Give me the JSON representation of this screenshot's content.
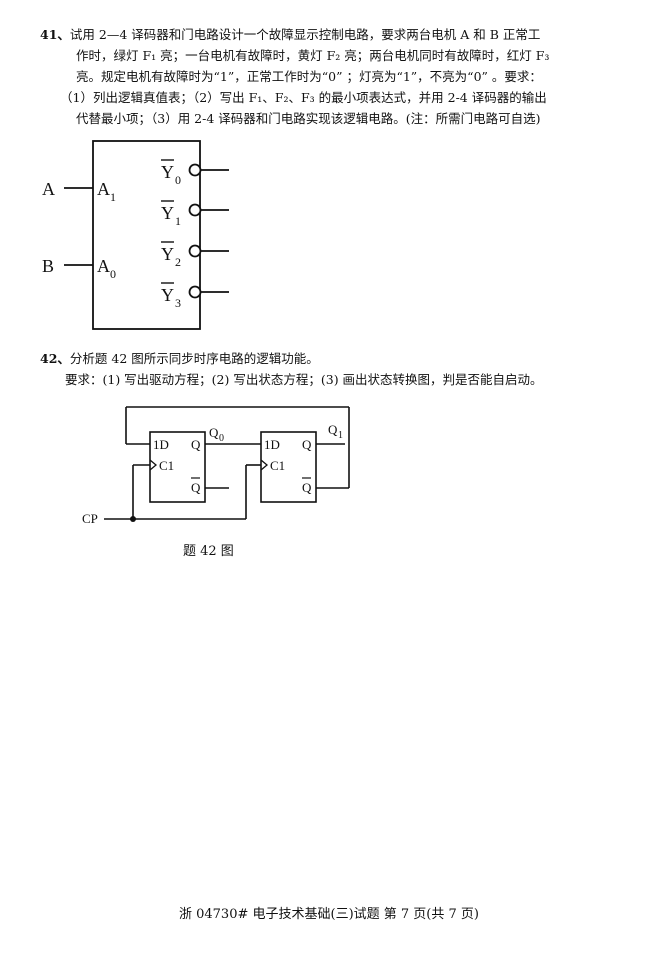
{
  "q41": {
    "number": "41、",
    "line1": "试用 2—4 译码器和门电路设计一个故障显示控制电路，要求两台电机 A 和 B 正常工",
    "line2": "作时，绿灯 F₁ 亮；一台电机有故障时，黄灯 F₂ 亮；两台电机同时有故障时，红灯 F₃",
    "line3": "亮。规定电机有故障时为“1”，正常工作时为“0” ；灯亮为“1”，不亮为“0” 。要求：",
    "line4": "（1）列出逻辑真值表；（2）写出 F₁、F₂、F₃ 的最小项表达式，并用 2-4 译码器的输出",
    "line5": "代替最小项；（3）用 2-4 译码器和门电路实现该逻辑电路。(注：所需门电路可自选)"
  },
  "decoder": {
    "input_a": "A",
    "input_b": "B",
    "pin_a1": "A",
    "pin_a1_sub": "1",
    "pin_a0": "A",
    "pin_a0_sub": "0",
    "outputs": [
      {
        "label": "Y",
        "sub": "0"
      },
      {
        "label": "Y",
        "sub": "1"
      },
      {
        "label": "Y",
        "sub": "2"
      },
      {
        "label": "Y",
        "sub": "3"
      }
    ]
  },
  "q42": {
    "number": "42、",
    "line1": "分析题 42 图所示同步时序电路的逻辑功能。",
    "line2": "要求：(1) 写出驱动方程；(2) 写出状态方程；(3) 画出状态转换图，判是否能自启动。"
  },
  "circuit42": {
    "ff0_d": "1D",
    "ff0_clk": "C1",
    "ff0_q": "Q",
    "ff0_qbar": "Q",
    "ff1_d": "1D",
    "ff1_clk": "C1",
    "ff1_q": "Q",
    "ff1_qbar": "Q",
    "q0_label": "Q",
    "q0_sub": "0",
    "q1_label": "Q",
    "q1_sub": "1",
    "cp_label": "CP",
    "caption": "题 42 图"
  },
  "footer": "浙 04730# 电子技术基础(三)试题 第 7 页(共 7 页)"
}
